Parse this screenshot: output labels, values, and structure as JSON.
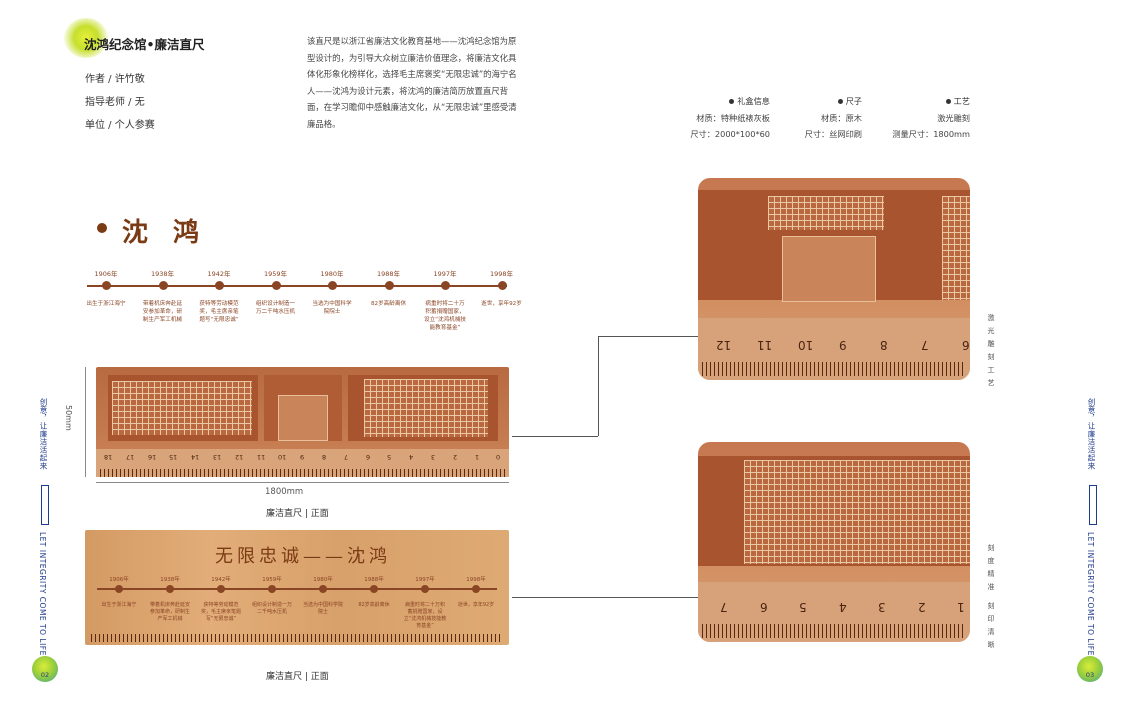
{
  "header": {
    "title": "沈鸿纪念馆•廉洁直尺",
    "author": "作者 / 许竹敬",
    "teacher": "指导老师 / 无",
    "unit": "单位 / 个人参赛"
  },
  "description": "该直尺是以浙江省廉洁文化教育基地——沈鸿纪念馆为原型设计的，为引导大众树立廉洁价值理念，将廉洁文化具体化形象化榜样化，选择毛主席褒奖“无限忠诚”的海宁名人——沈鸿为设计元素，将沈鸿的廉洁简历放置直尺背面，在学习瞻仰中感触廉洁文化，从“无限忠诚”里感受清廉品格。",
  "specs": [
    {
      "head": "礼盒信息",
      "line1": "材质：特种纸裱灰板",
      "line2": "尺寸：2000*100*60"
    },
    {
      "head": "尺子",
      "line1": "材质：原木",
      "line2": "尺寸：丝网印刷"
    },
    {
      "head": "工艺",
      "line1": "激光雕刻",
      "line2": "测量尺寸：1800mm"
    }
  ],
  "name": "沈 鸿",
  "timeline": [
    {
      "year": "1906年",
      "text": "出生于浙江海宁"
    },
    {
      "year": "1938年",
      "text": "带着机床奔赴延安参加革命，研制生产军工机械"
    },
    {
      "year": "1942年",
      "text": "获特等劳动模范奖，毛主席亲笔题写“无限忠诚”"
    },
    {
      "year": "1959年",
      "text": "组织设计制造一万二千吨水压机"
    },
    {
      "year": "1980年",
      "text": "当选为中国科学院院士"
    },
    {
      "year": "1988年",
      "text": "82岁高龄离休"
    },
    {
      "year": "1997年",
      "text": "病重时将二十万积蓄捐赠国家，设立“沈鸿机械技能教育基金”"
    },
    {
      "year": "1998年",
      "text": "逝世，享年92岁"
    }
  ],
  "back_timeline": [
    {
      "year": "1906年",
      "text": "出生于浙江海宁"
    },
    {
      "year": "1938年",
      "text": "带着机床奔赴延安参加革命，研制生产军工机械"
    },
    {
      "year": "1942年",
      "text": "获特等劳动模范奖，毛主席亲笔题写“无限忠诚”"
    },
    {
      "year": "1959年",
      "text": "组织设计制造一万二千吨水压机"
    },
    {
      "year": "1980年",
      "text": "当选为中国科学院院士"
    },
    {
      "year": "1988年",
      "text": "82岁高龄离休"
    },
    {
      "year": "1997年",
      "text": "病重时将二十万积蓄捐赠国家，设立“沈鸿机械技能教育基金”"
    },
    {
      "year": "1998年",
      "text": "逝世，享年92岁"
    }
  ],
  "back_slogan": "无限忠诚——沈鸿",
  "dims": {
    "height": "50mm",
    "width": "1800mm"
  },
  "captions": {
    "front": "廉洁直尺 | 正面",
    "back": "廉洁直尺 | 正面"
  },
  "front_numbers": [
    "18",
    "17",
    "16",
    "15",
    "14",
    "13",
    "12",
    "11",
    "10",
    "9",
    "8",
    "7",
    "6",
    "5",
    "4",
    "3",
    "2",
    "1",
    "0"
  ],
  "detail_top_numbers": [
    "12",
    "11",
    "10",
    "9",
    "8",
    "7",
    "6"
  ],
  "detail_bottom_numbers": [
    "7",
    "6",
    "5",
    "4",
    "3",
    "2",
    "1"
  ],
  "detail_labels": {
    "top": [
      "激",
      "光",
      "雕",
      "刻",
      "工",
      "艺"
    ],
    "bottom_a": [
      "刻",
      "度",
      "精",
      "准"
    ],
    "bottom_b": [
      "刻",
      "印",
      "清",
      "晰"
    ]
  },
  "side_text": "创意，让廉洁活起来",
  "side_text_en": "LET INTEGRITY COME TO LIFE",
  "pages": {
    "left": "02",
    "right": "03"
  }
}
